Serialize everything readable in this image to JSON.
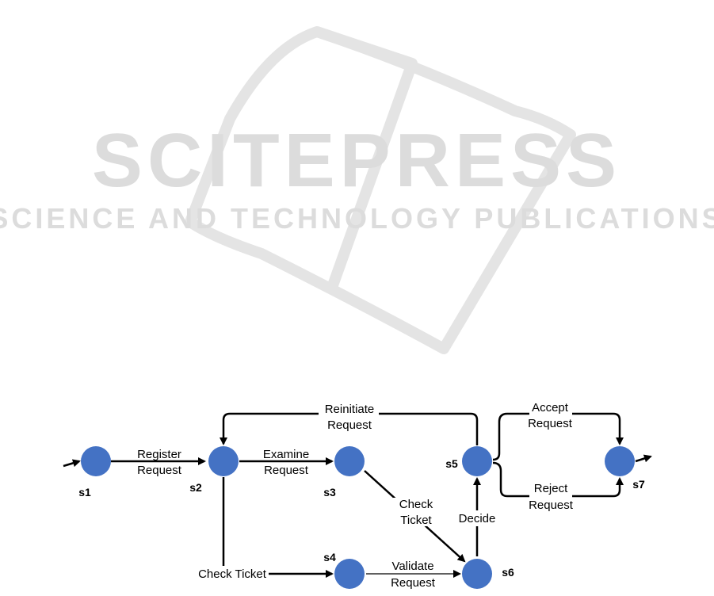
{
  "colors": {
    "node": "#4472C4",
    "edge": "#000000",
    "watermark": "#dcdcdc"
  },
  "watermark": {
    "title": "SCITEPRESS",
    "subtitle": "SCIENCE AND TECHNOLOGY PUBLICATIONS"
  },
  "states": {
    "s1": "s1",
    "s2": "s2",
    "s3": "s3",
    "s4": "s4",
    "s5": "s5",
    "s6": "s6",
    "s7": "s7"
  },
  "edges": {
    "register_1": "Register",
    "register_2": "Request",
    "examine_1": "Examine",
    "examine_2": "Request",
    "check_ticket_s3_1": "Check",
    "check_ticket_s3_2": "Ticket",
    "check_ticket_s2": "Check Ticket",
    "validate_1": "Validate",
    "validate_2": "Request",
    "decide": "Decide",
    "reinitiate_1": "Reinitiate",
    "reinitiate_2": "Request",
    "accept_1": "Accept",
    "accept_2": "Request",
    "reject_1": "Reject",
    "reject_2": "Request"
  }
}
